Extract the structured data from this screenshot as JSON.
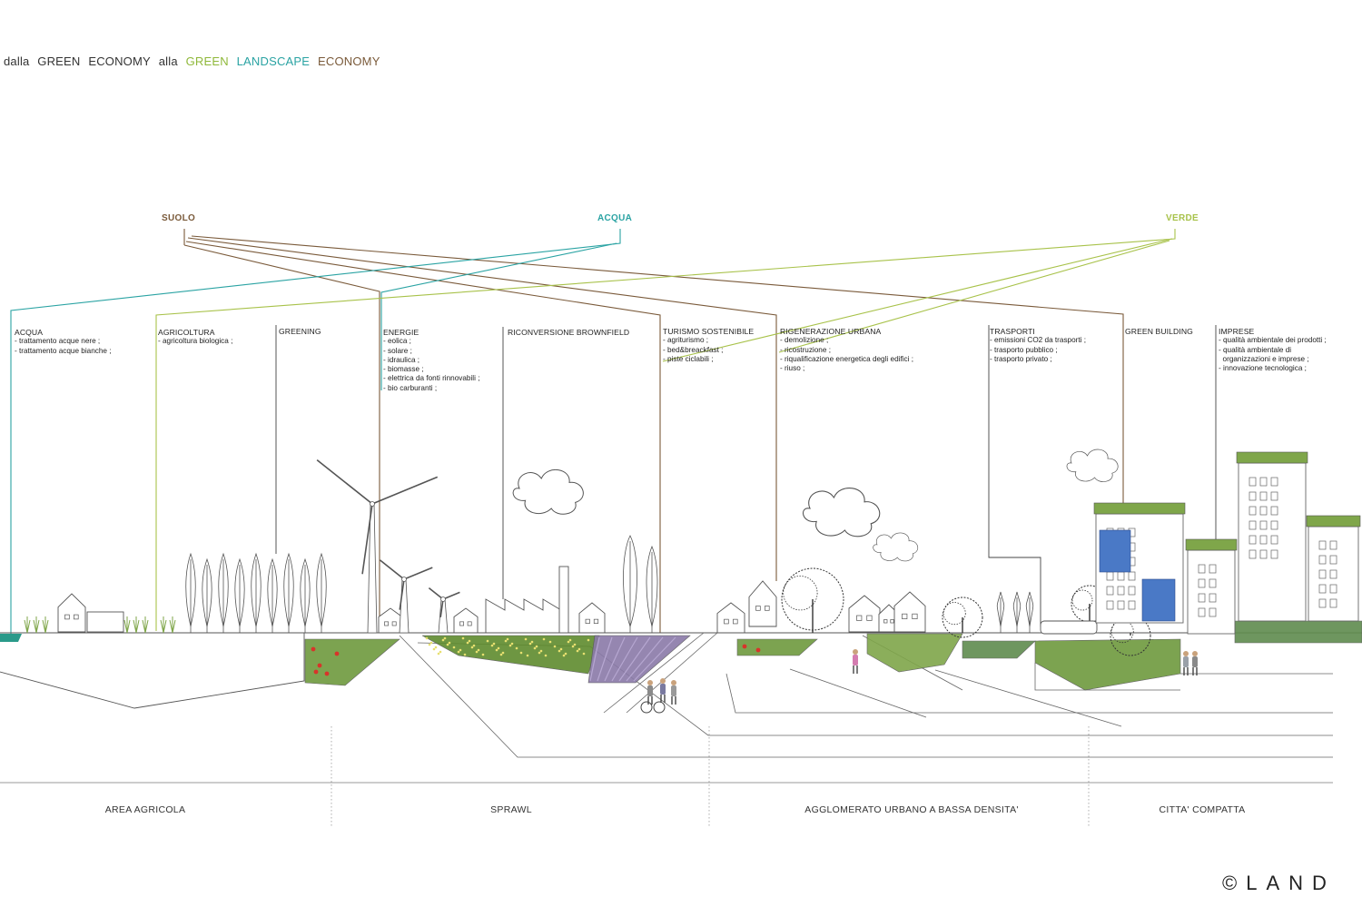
{
  "title": {
    "parts": [
      {
        "text": "dalla",
        "color": "#333333"
      },
      {
        "text": "GREEN",
        "color": "#333333"
      },
      {
        "text": "ECONOMY",
        "color": "#333333"
      },
      {
        "text": "alla",
        "color": "#333333"
      },
      {
        "text": "GREEN",
        "color": "#8fb83a"
      },
      {
        "text": "LANDSCAPE",
        "color": "#2aa3a3"
      },
      {
        "text": "ECONOMY",
        "color": "#7a5a3a"
      }
    ]
  },
  "colors": {
    "suolo": "#7a5a3a",
    "acqua": "#2aa3a3",
    "verde": "#a8c24a",
    "grass": "#7fa64a",
    "line": "#555555"
  },
  "hubs": {
    "suolo": "SUOLO",
    "acqua": "ACQUA",
    "verde": "VERDE"
  },
  "categories": [
    {
      "heading": "ACQUA",
      "items": [
        "- trattamento acque nere ;",
        "- trattamento acque bianche ;"
      ]
    },
    {
      "heading": "AGRICOLTURA",
      "items": [
        "- agricoltura biologica ;"
      ]
    },
    {
      "heading": "GREENING",
      "items": []
    },
    {
      "heading": "ENERGIE",
      "items": [
        "- eolica ;",
        "- solare ;",
        "- idraulica ;",
        "- biomasse ;",
        "- elettrica da fonti rinnovabili ;",
        "- bio carburanti ;"
      ]
    },
    {
      "heading": "RICONVERSIONE BROWNFIELD",
      "items": []
    },
    {
      "heading": "TURISMO SOSTENIBILE",
      "items": [
        "- agriturismo ;",
        "- bed&breackfast ;",
        "- piste ciclabili ;"
      ]
    },
    {
      "heading": "RIGENERAZIONE URBANA",
      "items": [
        "- demolizione ;",
        "- ricostruzione ;",
        "- riqualificazione energetica degli edifici ;",
        "- riuso ;"
      ]
    },
    {
      "heading": "TRASPORTI",
      "items": [
        "- emissioni CO2 da trasporti ;",
        "- trasporto pubblico ;",
        "- trasporto privato ;"
      ]
    },
    {
      "heading": "GREEN BUILDING",
      "items": []
    },
    {
      "heading": "IMPRESE",
      "items": [
        "- qualità ambientale dei prodotti ;",
        "- qualità ambientale di",
        "  organizzazioni e imprese ;",
        "- innovazione tecnologica ;"
      ]
    }
  ],
  "zones": [
    "AREA AGRICOLA",
    "SPRAWL",
    "AGGLOMERATO URBANO A BASSA DENSITA'",
    "CITTA' COMPATTA"
  ],
  "copyright": "©LAND"
}
